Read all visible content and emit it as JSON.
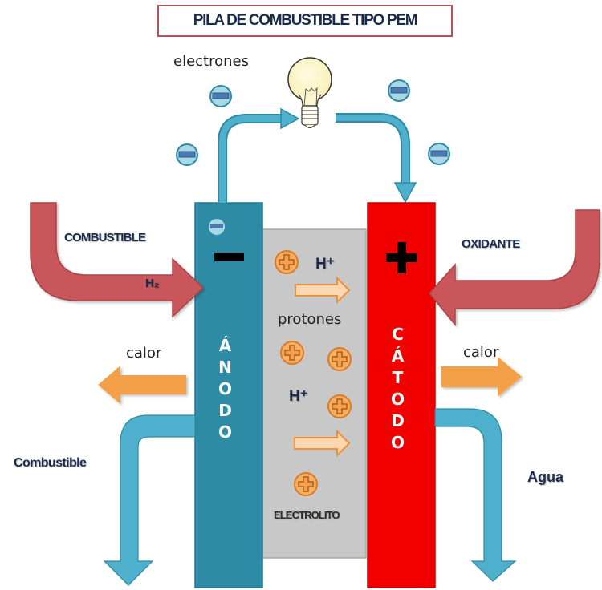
{
  "title": "PILA DE COMBUSTIBLE TIPO PEM",
  "labels": {
    "electrons": "electrones",
    "fuel_in": "COMBUSTIBLE",
    "h2": "H₂",
    "oxidant": "OXIDANTE",
    "heat_left": "calor",
    "heat_right": "calor",
    "fuel_out": "Combustible",
    "water": "Agua",
    "protons": "protones",
    "h_plus_1": "H⁺",
    "h_plus_2": "H⁺",
    "electrolyte": "ELECTROLITO",
    "anode_sign": "−",
    "cathode_sign": "+"
  },
  "anode_letters": [
    "Á",
    "N",
    "O",
    "D",
    "O"
  ],
  "cathode_letters": [
    "C",
    "Á",
    "T",
    "O",
    "D",
    "O"
  ],
  "icons": {
    "bulb": "light-bulb-icon",
    "electron": "electron-minus-icon",
    "proton": "proton-plus-icon"
  },
  "colors": {
    "anode": "#2e8ba6",
    "cathode": "#f20000",
    "electrolyte": "#c8c8c8",
    "inflow_arrow": "#c9575a",
    "outflow_arrow": "#4eb0cc",
    "heat_arrow": "#f4a04a",
    "proton": "#f0a050",
    "title_border": "#b5525a"
  }
}
